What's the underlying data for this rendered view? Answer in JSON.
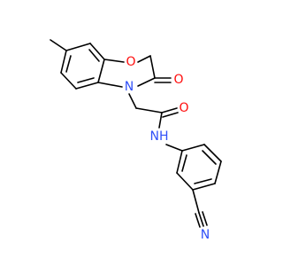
{
  "molecule": {
    "atoms": {
      "ring_oxygen": {
        "label": "O",
        "color": "#ff0d0d"
      },
      "ring_nitrogen": {
        "label": "N",
        "color": "#3050f8"
      },
      "keto_oxygen": {
        "label": "O",
        "color": "#ff0d0d"
      },
      "amide_oxygen": {
        "label": "O",
        "color": "#ff0d0d"
      },
      "amide_nh": {
        "label": "NH",
        "color": "#3050f8"
      },
      "nitrile_nitrogen": {
        "label": "N",
        "color": "#3050f8"
      }
    },
    "bond_color": "#000000"
  }
}
